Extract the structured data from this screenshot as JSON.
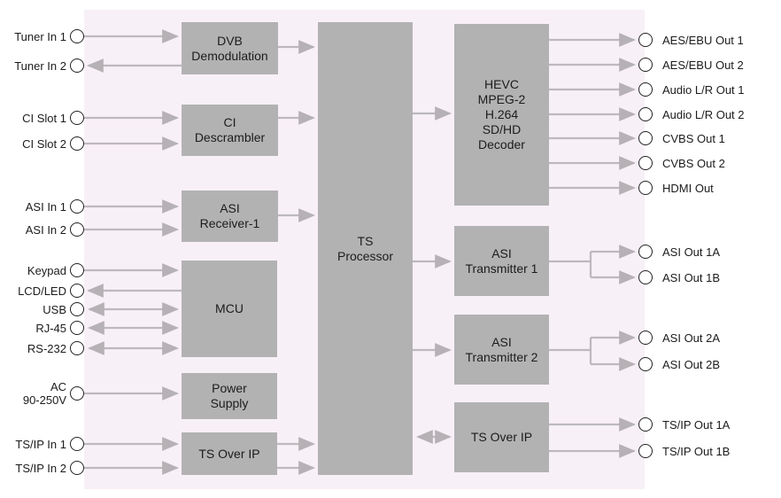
{
  "diagram": {
    "colors": {
      "backdrop": "#f8f0f7",
      "block_fill": "#b2b2b2",
      "wire": "#bdb9bd",
      "port_stroke": "#222222",
      "port_fill": "#ffffff",
      "text": "#1c1c1c"
    },
    "blocks": {
      "dvb_demodulation": {
        "label": "DVB\nDemodulation"
      },
      "ci_descrambler": {
        "label": "CI\nDescrambler"
      },
      "asi_receiver_1": {
        "label": "ASI\nReceiver-1"
      },
      "mcu": {
        "label": "MCU"
      },
      "power_supply": {
        "label": "Power\nSupply"
      },
      "ts_over_ip_left": {
        "label": "TS Over IP"
      },
      "ts_processor": {
        "label": "TS\nProcessor"
      },
      "decoder": {
        "label": "HEVC\nMPEG-2\nH.264\nSD/HD\nDecoder"
      },
      "asi_transmitter_1": {
        "label": "ASI\nTransmitter 1"
      },
      "asi_transmitter_2": {
        "label": "ASI\nTransmitter 2"
      },
      "ts_over_ip_right": {
        "label": "TS Over IP"
      }
    },
    "ports": {
      "left": [
        {
          "label": "Tuner In 1",
          "flow": "in"
        },
        {
          "label": "Tuner In 2",
          "flow": "out"
        },
        {
          "label": "CI Slot 1",
          "flow": "in"
        },
        {
          "label": "CI Slot 2",
          "flow": "in"
        },
        {
          "label": "ASI In 1",
          "flow": "in"
        },
        {
          "label": "ASI In 2",
          "flow": "in"
        },
        {
          "label": "Keypad",
          "flow": "in"
        },
        {
          "label": "LCD/LED",
          "flow": "out"
        },
        {
          "label": "USB",
          "flow": "bidirectional"
        },
        {
          "label": "RJ-45",
          "flow": "bidirectional"
        },
        {
          "label": "RS-232",
          "flow": "bidirectional"
        },
        {
          "label": "AC\n90-250V",
          "flow": "in"
        },
        {
          "label": "TS/IP In 1",
          "flow": "in"
        },
        {
          "label": "TS/IP In 2",
          "flow": "in"
        }
      ],
      "right": [
        {
          "label": "AES/EBU Out 1",
          "flow": "out"
        },
        {
          "label": "AES/EBU Out 2",
          "flow": "out"
        },
        {
          "label": "Audio L/R Out 1",
          "flow": "out"
        },
        {
          "label": "Audio L/R Out 2",
          "flow": "out"
        },
        {
          "label": "CVBS Out 1",
          "flow": "out"
        },
        {
          "label": "CVBS Out 2",
          "flow": "out"
        },
        {
          "label": "HDMI Out",
          "flow": "out"
        },
        {
          "label": "ASI Out 1A",
          "flow": "out"
        },
        {
          "label": "ASI Out 1B",
          "flow": "out"
        },
        {
          "label": "ASI Out 2A",
          "flow": "out"
        },
        {
          "label": "ASI Out 2B",
          "flow": "out"
        },
        {
          "label": "TS/IP Out 1A",
          "flow": "out"
        },
        {
          "label": "TS/IP Out 1B",
          "flow": "out"
        }
      ]
    },
    "connections": [
      {
        "from": "Tuner In 1",
        "to": "DVB Demodulation",
        "bidirectional": false
      },
      {
        "from": "DVB Demodulation",
        "to": "Tuner In 2",
        "bidirectional": false
      },
      {
        "from": "CI Slot 1",
        "to": "CI Descrambler",
        "bidirectional": false
      },
      {
        "from": "CI Slot 2",
        "to": "CI Descrambler",
        "bidirectional": false
      },
      {
        "from": "ASI In 1",
        "to": "ASI Receiver-1",
        "bidirectional": false
      },
      {
        "from": "ASI In 2",
        "to": "ASI Receiver-1",
        "bidirectional": false
      },
      {
        "from": "Keypad",
        "to": "MCU",
        "bidirectional": false
      },
      {
        "from": "MCU",
        "to": "LCD/LED",
        "bidirectional": false
      },
      {
        "from": "USB",
        "to": "MCU",
        "bidirectional": true
      },
      {
        "from": "RJ-45",
        "to": "MCU",
        "bidirectional": true
      },
      {
        "from": "RS-232",
        "to": "MCU",
        "bidirectional": true
      },
      {
        "from": "AC 90-250V",
        "to": "Power Supply",
        "bidirectional": false
      },
      {
        "from": "TS/IP In 1",
        "to": "TS Over IP",
        "bidirectional": false
      },
      {
        "from": "TS/IP In 2",
        "to": "TS Over IP",
        "bidirectional": false
      },
      {
        "from": "DVB Demodulation",
        "to": "TS Processor",
        "bidirectional": false
      },
      {
        "from": "CI Descrambler",
        "to": "TS Processor",
        "bidirectional": false
      },
      {
        "from": "ASI Receiver-1",
        "to": "TS Processor",
        "bidirectional": false
      },
      {
        "from": "TS Over IP",
        "to": "TS Processor",
        "bidirectional": false
      },
      {
        "from": "TS Processor",
        "to": "HEVC MPEG-2 H.264 SD/HD Decoder",
        "bidirectional": false
      },
      {
        "from": "TS Processor",
        "to": "ASI Transmitter 1",
        "bidirectional": false
      },
      {
        "from": "TS Processor",
        "to": "ASI Transmitter 2",
        "bidirectional": false
      },
      {
        "from": "TS Processor",
        "to": "TS Over IP",
        "bidirectional": true
      },
      {
        "from": "Decoder",
        "to": "AES/EBU Out 1",
        "bidirectional": false
      },
      {
        "from": "Decoder",
        "to": "AES/EBU Out 2",
        "bidirectional": false
      },
      {
        "from": "Decoder",
        "to": "Audio L/R Out 1",
        "bidirectional": false
      },
      {
        "from": "Decoder",
        "to": "Audio L/R Out 2",
        "bidirectional": false
      },
      {
        "from": "Decoder",
        "to": "CVBS Out 1",
        "bidirectional": false
      },
      {
        "from": "Decoder",
        "to": "CVBS Out 2",
        "bidirectional": false
      },
      {
        "from": "Decoder",
        "to": "HDMI Out",
        "bidirectional": false
      },
      {
        "from": "ASI Transmitter 1",
        "to": "ASI Out 1A",
        "bidirectional": false
      },
      {
        "from": "ASI Transmitter 1",
        "to": "ASI Out 1B",
        "bidirectional": false
      },
      {
        "from": "ASI Transmitter 2",
        "to": "ASI Out 2A",
        "bidirectional": false
      },
      {
        "from": "ASI Transmitter 2",
        "to": "ASI Out 2B",
        "bidirectional": false
      },
      {
        "from": "TS Over IP",
        "to": "TS/IP Out 1A",
        "bidirectional": false
      },
      {
        "from": "TS Over IP",
        "to": "TS/IP Out 1B",
        "bidirectional": false
      }
    ]
  }
}
